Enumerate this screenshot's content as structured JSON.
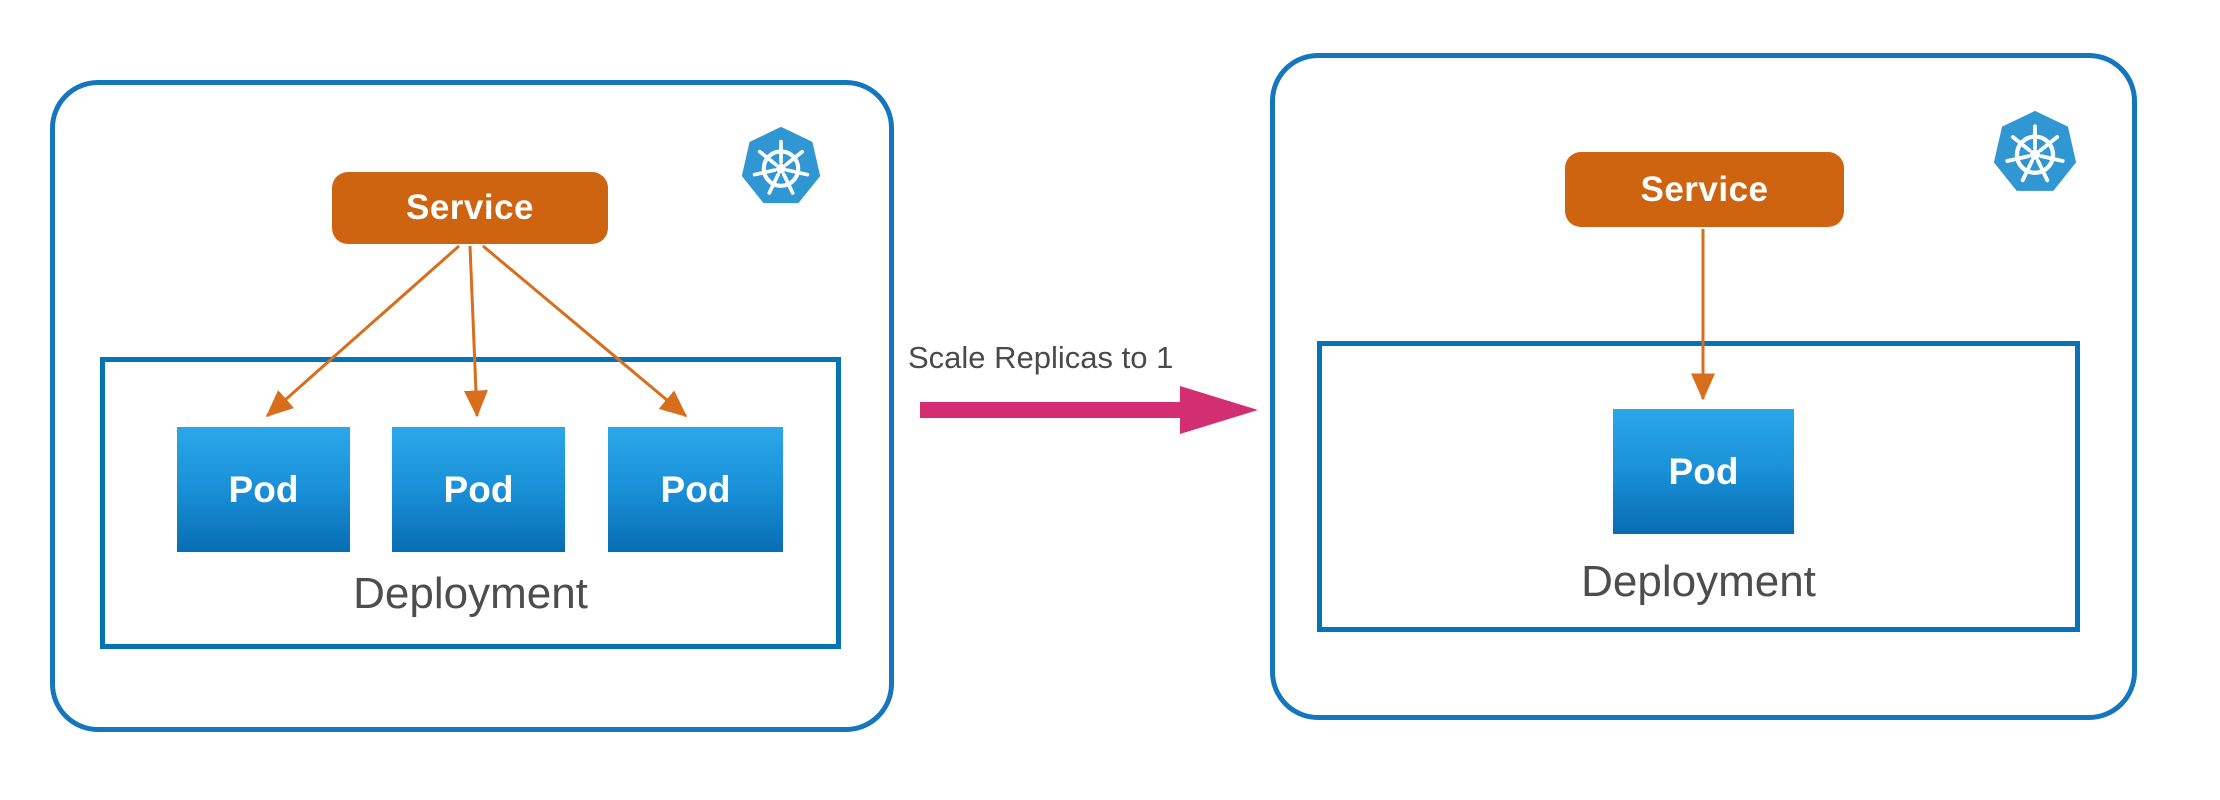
{
  "diagram": {
    "transition": {
      "label": "Scale Replicas to 1"
    },
    "colors": {
      "cluster_border": "#1477BE",
      "deployment_border": "#0673B8",
      "service_fill": "#CE6310",
      "pod_gradient_top": "#2BA7EA",
      "pod_gradient_bottom": "#086DB3",
      "connector_orange": "#D86E1C",
      "scale_arrow_pink": "#D42E72",
      "label_gray": "#4A4A4A",
      "kubernetes_blue": "#3097D3"
    },
    "before": {
      "logo_icon": "kubernetes-logo",
      "service_label": "Service",
      "pods": [
        "Pod",
        "Pod",
        "Pod"
      ],
      "deployment_label": "Deployment"
    },
    "after": {
      "logo_icon": "kubernetes-logo",
      "service_label": "Service",
      "pods": [
        "Pod"
      ],
      "deployment_label": "Deployment"
    }
  }
}
